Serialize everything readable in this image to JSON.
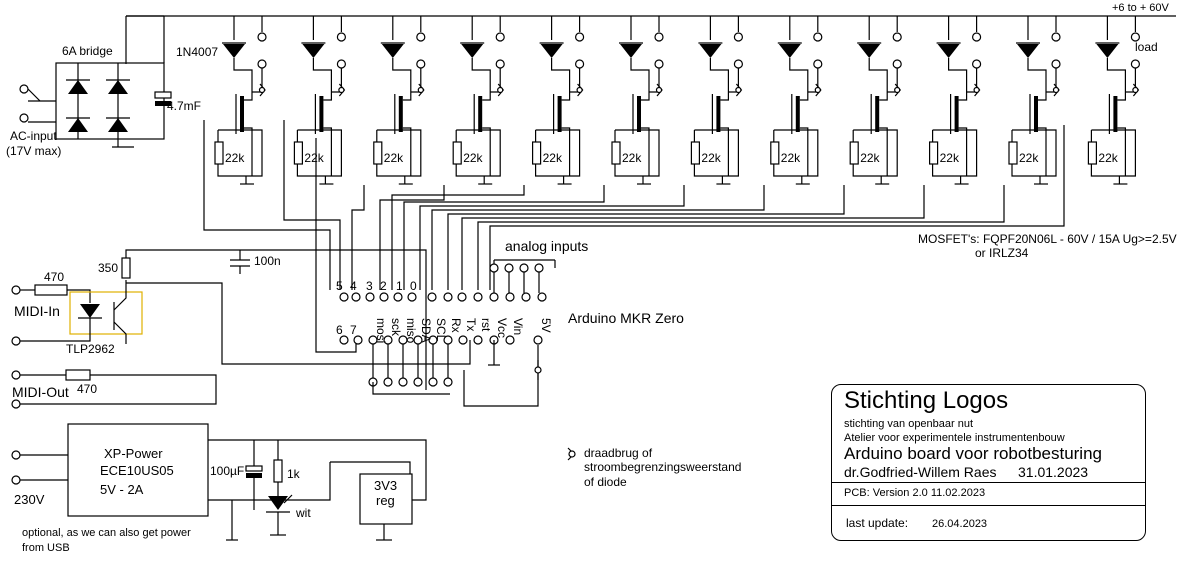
{
  "top_rail": "+6 to + 60V",
  "diode_part": "1N4007",
  "load_label": "load",
  "bridge_label": "6A bridge",
  "bridge_cap": "4.7mF",
  "ac_input": {
    "line1": "AC-input",
    "line2": "(17V max)"
  },
  "gate_resistor": "22k",
  "mosfet_note": {
    "line1": "MOSFET's: FQPF20N06L - 60V / 15A Ug>=2.5V",
    "line2": "or IRLZ34"
  },
  "analog_inputs": "analog inputs",
  "board_name": "Arduino MKR Zero",
  "pins_top": [
    "5",
    "4",
    "3",
    "2",
    "1",
    "0"
  ],
  "pins_bottom": [
    "6",
    "7",
    "mosi",
    "sck",
    "miso",
    "SDA",
    "SCL",
    "Rx",
    "Tx",
    "rst",
    "Vcc",
    "Vin",
    "5V"
  ],
  "midi_in": {
    "label": "MIDI-In",
    "r1": "470",
    "r2": "350",
    "opto": "TLP2962",
    "cap": "100n"
  },
  "midi_out": {
    "label": "MIDI-Out",
    "r": "470"
  },
  "power": {
    "module_l1": "XP-Power",
    "module_l2": "ECE10US05",
    "module_l3": "5V - 2A",
    "mains": "230V",
    "cap": "100µF",
    "r_led": "1k",
    "led": "wit",
    "reg_l1": "3V3",
    "reg_l2": "reg",
    "note_l1": "optional, as we can also get power",
    "note_l2": "from USB"
  },
  "jumper_note": {
    "l1": "draadbrug of",
    "l2": "stroombegrenzingsweerstand",
    "l3": "of diode"
  },
  "title_block": {
    "org": "Stichting Logos",
    "sub1": "stichting van openbaar nut",
    "sub2": "Atelier voor experimentele instrumentenbouw",
    "project": "Arduino board voor robotbesturing",
    "author": "dr.Godfried-Willem Raes",
    "date": "31.01.2023",
    "pcb": "PCB: Version 2.0  11.02.2023",
    "update_label": "last update:",
    "update_date": "26.04.2023"
  }
}
